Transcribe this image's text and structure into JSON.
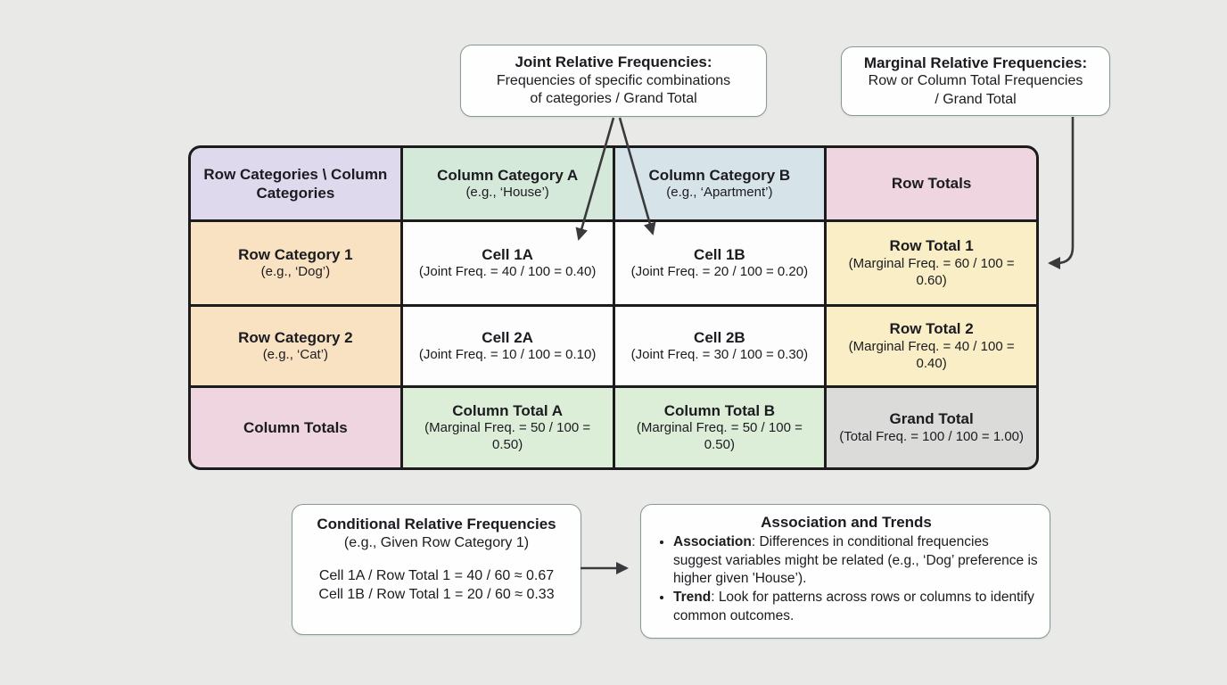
{
  "callouts": {
    "joint": {
      "title": "Joint Relative Frequencies:",
      "line1": "Frequencies of specific combinations",
      "line2": "of categories / Grand Total"
    },
    "marginal": {
      "title": "Marginal Relative Frequencies:",
      "line1": "Row or Column Total Frequencies",
      "line2": "/ Grand Total"
    },
    "conditional": {
      "title": "Conditional Relative Frequencies",
      "subtitle": "(e.g., Given Row Category 1)",
      "formula1": "Cell 1A / Row Total 1 = 40 / 60 ≈ 0.67",
      "formula2": "Cell 1B / Row Total 1 = 20 / 60 ≈ 0.33"
    },
    "association": {
      "title": "Association and Trends",
      "bullets": [
        {
          "lead": "Association",
          "text": ": Differences in conditional frequencies suggest variables might be related (e.g., ‘Dog’ preference is higher given 'House’)."
        },
        {
          "lead": "Trend",
          "text": ": Look for patterns across rows or columns to identify common outcomes."
        }
      ]
    }
  },
  "table": {
    "row0": {
      "c0": {
        "t": "Row Categories \\ Column Categories"
      },
      "c1": {
        "t": "Column Category A",
        "d": "(e.g., ‘House’)"
      },
      "c2": {
        "t": "Column Category B",
        "d": "(e.g., ‘Apartment’)"
      },
      "c3": {
        "t": "Row Totals"
      }
    },
    "row1": {
      "c0": {
        "t": "Row Category 1",
        "d": "(e.g., ‘Dog’)"
      },
      "c1": {
        "t": "Cell 1A",
        "d": "(Joint Freq. = 40 / 100 = 0.40)"
      },
      "c2": {
        "t": "Cell 1B",
        "d": "(Joint Freq. = 20 / 100 = 0.20)"
      },
      "c3": {
        "t": "Row Total 1",
        "d": "(Marginal Freq. = 60 / 100 = 0.60)"
      }
    },
    "row2": {
      "c0": {
        "t": "Row Category 2",
        "d": "(e.g., ‘Cat’)"
      },
      "c1": {
        "t": "Cell 2A",
        "d": "(Joint Freq. = 10 / 100 = 0.10)"
      },
      "c2": {
        "t": "Cell 2B",
        "d": "(Joint Freq. = 30 / 100 = 0.30)"
      },
      "c3": {
        "t": "Row Total 2",
        "d": "(Marginal Freq. = 40 / 100 = 0.40)"
      }
    },
    "row3": {
      "c0": {
        "t": "Column Totals"
      },
      "c1": {
        "t": "Column Total A",
        "d": "(Marginal Freq. = 50 / 100 = 0.50)"
      },
      "c2": {
        "t": "Column Total B",
        "d": "(Marginal Freq. = 50 / 100 = 0.50)"
      },
      "c3": {
        "t": "Grand Total",
        "d": "(Total Freq. = 100 / 100 = 1.00)"
      }
    }
  },
  "colors": {
    "background": "#e9eae8",
    "table_border": "#1c1c1c",
    "box_border": "#879a92",
    "arrow": "#3a3a3c",
    "lavender": "#ded9ec",
    "header_green": "#d5e9da",
    "header_blue": "#d6e4e9",
    "pink": "#eed5df",
    "peach": "#f8e2c2",
    "yellow": "#faeec6",
    "total_green": "#dceed8",
    "grand_gray": "#dbdbd9"
  }
}
